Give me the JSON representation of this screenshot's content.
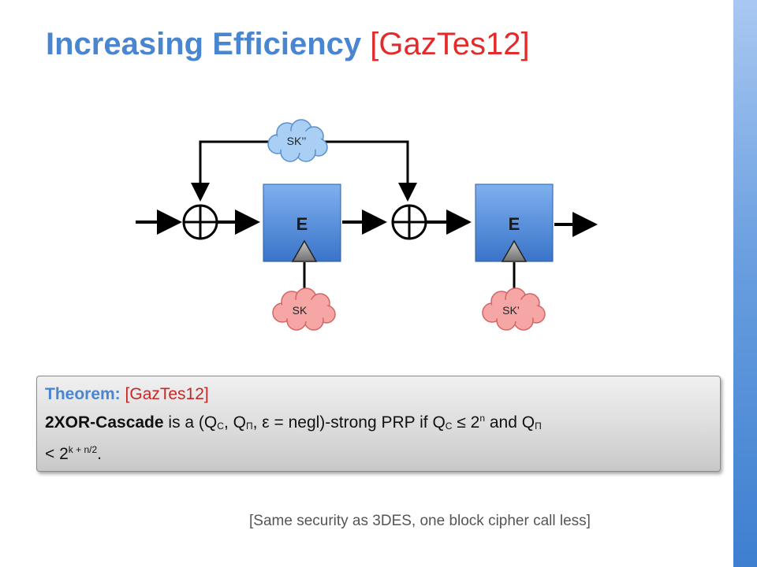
{
  "slide": {
    "title": "Increasing Efficiency",
    "title_ref": "[GazTes12]"
  },
  "diagram": {
    "block1_label": "E",
    "block2_label": "E",
    "key_top": "SK’’",
    "key_block1": "SK",
    "key_block2": "SK’"
  },
  "theorem": {
    "heading": "Theorem:",
    "ref": "[GazTes12]",
    "name": "2XOR-Cascade",
    "t1": " is a (Q",
    "sub_c1": "C",
    "t2": ", Q",
    "sub_pi1": "Π",
    "t3": ", ε = negl)-strong PRP if Q",
    "sub_c2": "C",
    "t4": " ≤ 2",
    "sup_n": "n",
    "t5": " and Q",
    "sub_pi2": "Π",
    "t6": "< 2",
    "sup_kn2": "k + n/2",
    "t7": "."
  },
  "footnote": "[Same security as 3DES, one block cipher call less]",
  "colors": {
    "title": "#4a86d0",
    "reference": "#e32b2b",
    "block": "#4a86d6",
    "cloud_blue": "#a9cff5",
    "cloud_red": "#f7a6a6"
  }
}
